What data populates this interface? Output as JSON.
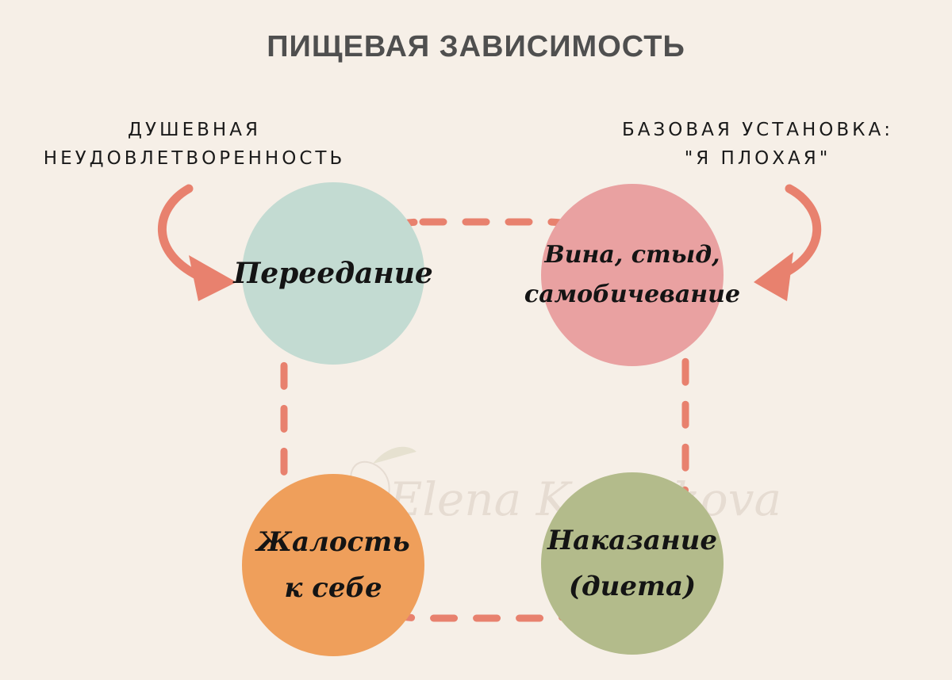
{
  "title": "ПИЩЕВАЯ ЗАВИСИМОСТЬ",
  "left_note": [
    "ДУШЕВНАЯ",
    "НЕУДОВЛЕТВОРЕННОСТЬ"
  ],
  "right_note": [
    "БАЗОВАЯ УСТАНОВКА:",
    "\"Я ПЛОХАЯ\""
  ],
  "nodes": {
    "overeating": {
      "lines": [
        "Переедание"
      ],
      "color": "#c3dbd2"
    },
    "guilt": {
      "lines": [
        "Вина, стыд,",
        "самобичевание"
      ],
      "color": "#e9a1a1"
    },
    "pity": {
      "lines": [
        "Жалость",
        "к себе"
      ],
      "color": "#ef9f5b"
    },
    "punishment": {
      "lines": [
        "Наказание",
        "(диета)"
      ],
      "color": "#b3bb8b"
    }
  },
  "colors": {
    "background": "#f6efe7",
    "accent": "#e8816e",
    "title": "#4f4f4f"
  },
  "watermark": "Elena Kogotkova"
}
